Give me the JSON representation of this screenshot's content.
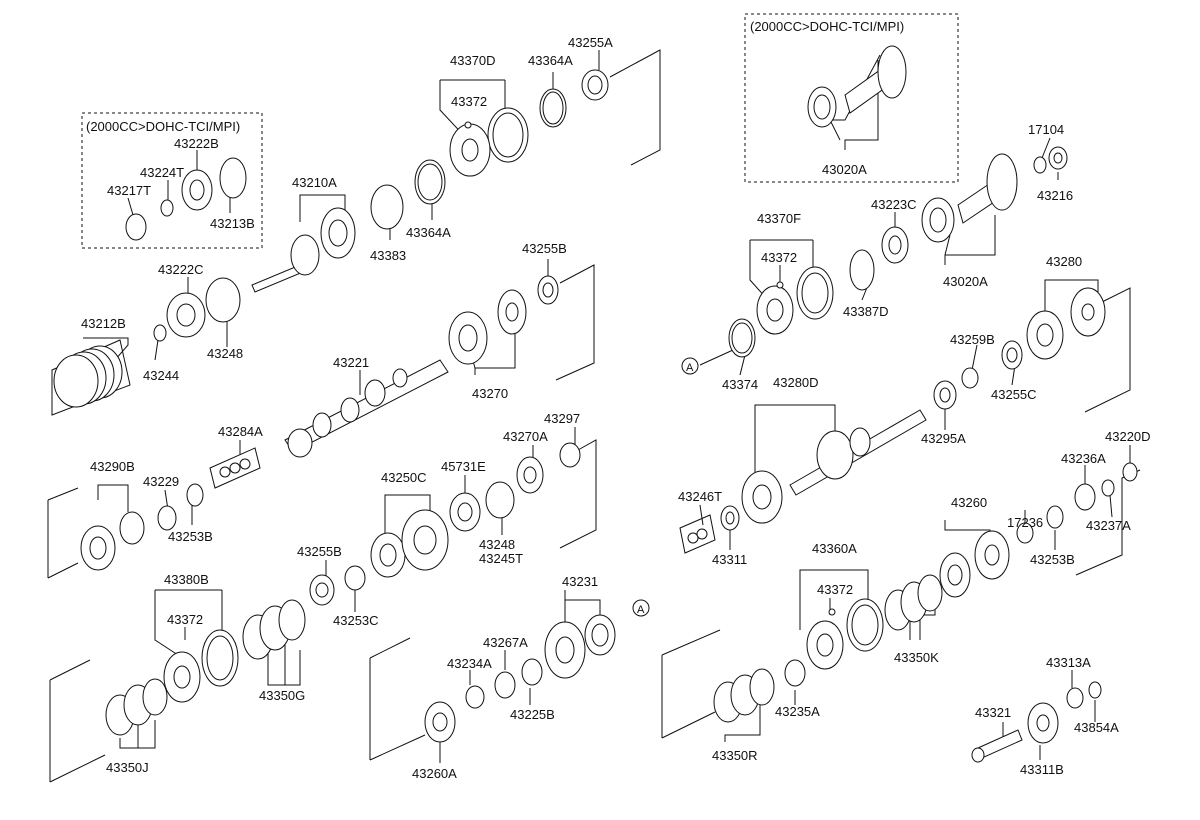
{
  "boxes": [
    {
      "title": "(2000CC>DOHC-TCI/MPI)"
    },
    {
      "title": "(2000CC>DOHC-TCI/MPI)"
    }
  ],
  "part_labels": [
    "43255A",
    "43370D",
    "43364A",
    "43372",
    "43222B",
    "43224T",
    "43217T",
    "43213B",
    "43210A",
    "43383",
    "43364A",
    "43222C",
    "43248",
    "43212B",
    "43244",
    "43255B",
    "43221",
    "43270",
    "43284A",
    "43297",
    "43270A",
    "43290B",
    "43229",
    "43253B",
    "45731E",
    "43250C",
    "43248",
    "43245T",
    "43255B",
    "43253C",
    "43380B",
    "43372",
    "43350G",
    "43231",
    "43267A",
    "43234A",
    "43225B",
    "43350J",
    "43260A",
    "43020A",
    "17104",
    "43216",
    "43370F",
    "43223C",
    "43372",
    "43020A",
    "43387D",
    "43280",
    "43374",
    "43259B",
    "43280D",
    "43255C",
    "43295A",
    "43220D",
    "43236A",
    "43246T",
    "43260",
    "17236",
    "43237A",
    "43311",
    "43253B",
    "43360A",
    "43372",
    "43350K",
    "43313A",
    "43321",
    "43854A",
    "43350R",
    "43235A",
    "43311B"
  ],
  "callouts": [
    "A",
    "A"
  ]
}
